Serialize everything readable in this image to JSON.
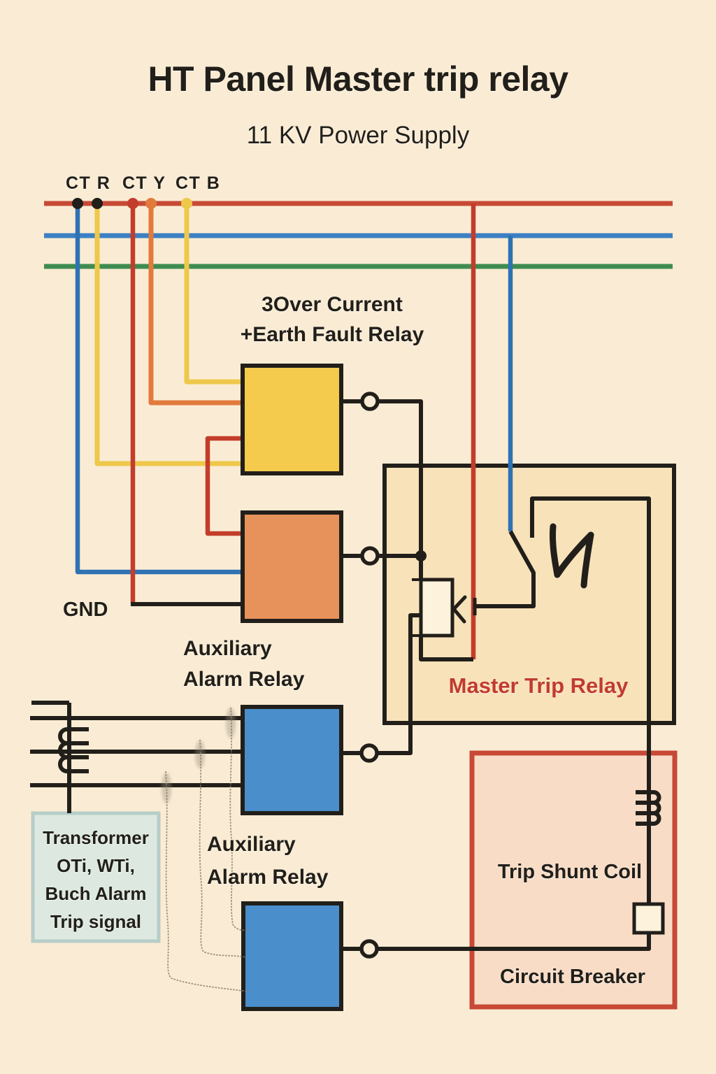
{
  "palette": {
    "bg": "#faecd4",
    "ink": "#221f1a",
    "black": "#221f1a",
    "busRed": "#c74a36",
    "busBlue": "#3d80c3",
    "busGreen": "#3e8c4f",
    "wireRed": "#c23d2b",
    "wireBlue": "#2f72b4",
    "wireYellow": "#eec84b",
    "wireOrange": "#e27a3c",
    "boxYellow": "#f4cb4d",
    "boxOrange": "#e7925b",
    "boxBlue": "#4a8ecb",
    "masterFill": "#f8e2ba",
    "cbFill": "#f8dcc6",
    "cbBorder": "#c74936",
    "coilFill": "#fdf2dc",
    "transformerFill": "#dde9e0",
    "transformerBorder": "#b7cdc9",
    "masterLabel": "#c23b2e",
    "pencil": "#8a7b68"
  },
  "header": {
    "title": "HT Panel Master trip relay",
    "subtitle": "11 KV Power Supply"
  },
  "ct_labels": {
    "r": "CT R",
    "y": "CT Y",
    "b": "CT B"
  },
  "labels": {
    "oc_line1": "3Over Current",
    "oc_line2": "+Earth Fault Relay",
    "gnd": "GND",
    "aux_upper_line1": "Auxiliary",
    "aux_upper_line2": "Alarm Relay",
    "aux_lower_line1": "Auxiliary",
    "aux_lower_line2": "Alarm Relay",
    "master_trip_relay": "Master Trip Relay",
    "trip_shunt_coil": "Trip Shunt Coil",
    "circuit_breaker": "Circuit Breaker"
  },
  "transformer": {
    "line1": "Transformer",
    "line2": "OTi, WTi,",
    "line3": "Buch Alarm",
    "line4": "Trip signal"
  }
}
